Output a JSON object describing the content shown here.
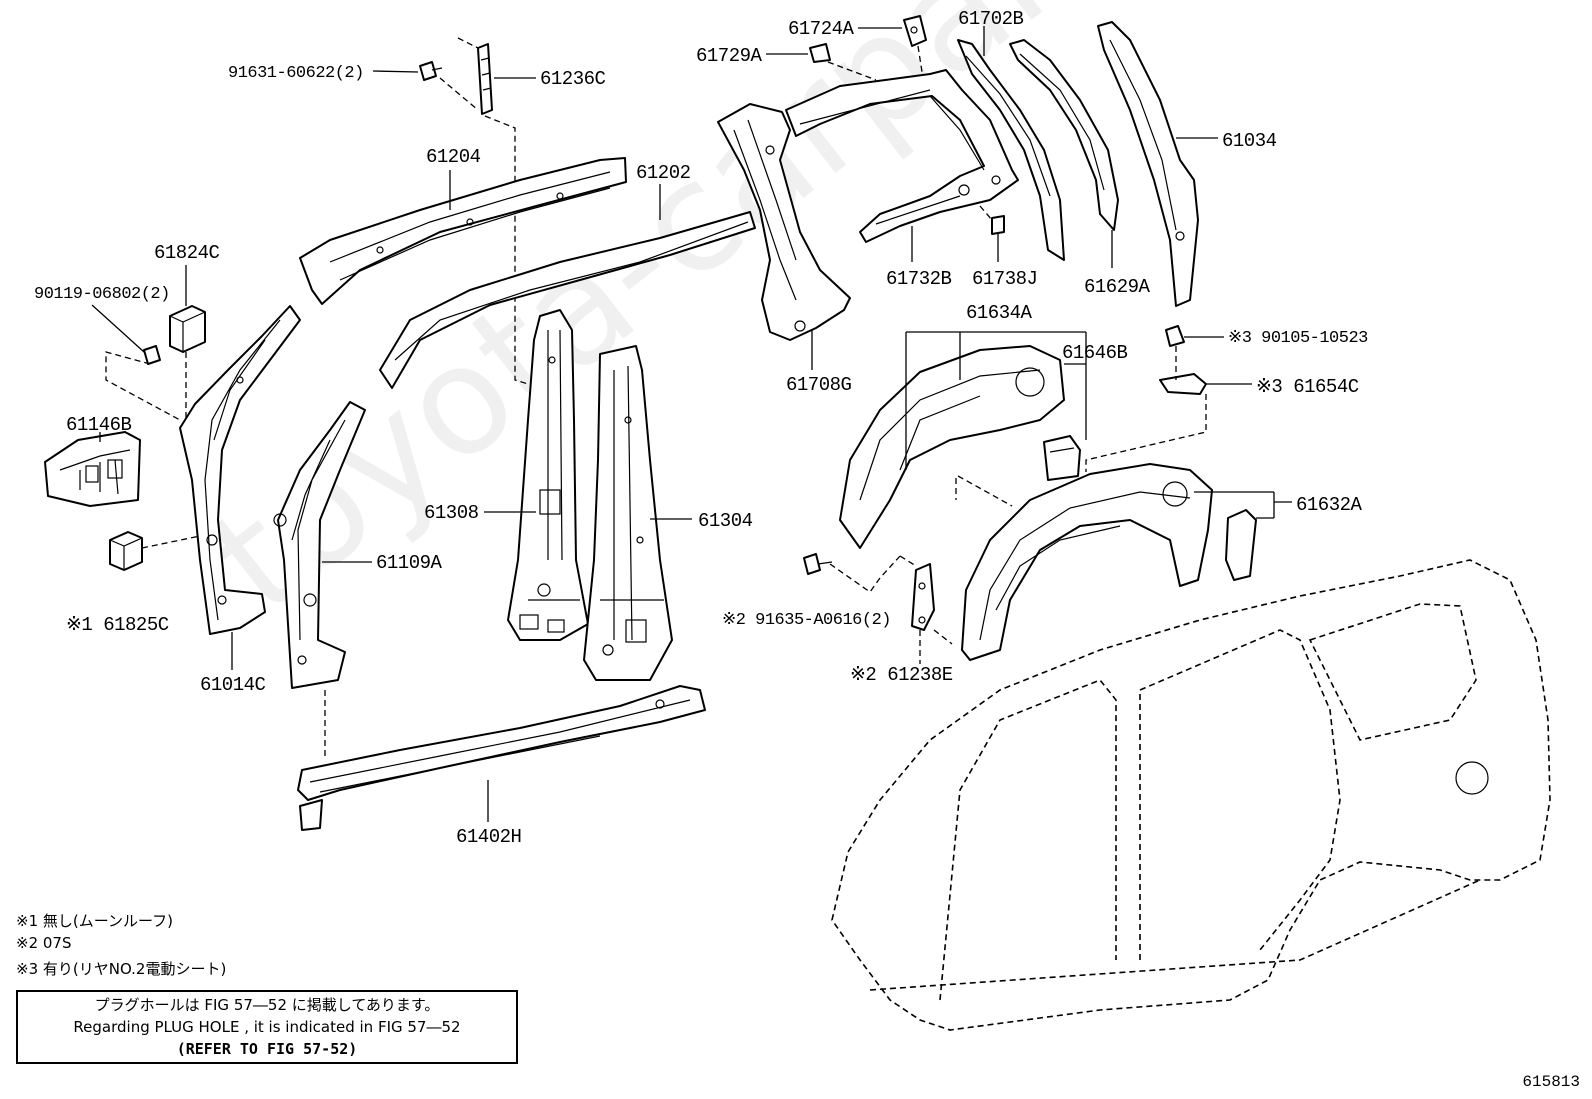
{
  "parts": [
    {
      "id": "p61236C",
      "label": "61236C"
    },
    {
      "id": "p91631",
      "label": "91631-60622(2)"
    },
    {
      "id": "p61204",
      "label": "61204"
    },
    {
      "id": "p61202",
      "label": "61202"
    },
    {
      "id": "p61824C",
      "label": "61824C"
    },
    {
      "id": "p90119",
      "label": "90119-06802(2)"
    },
    {
      "id": "p61146B",
      "label": "61146B"
    },
    {
      "id": "p61825C",
      "label": "※1 61825C"
    },
    {
      "id": "p61014C",
      "label": "61014C"
    },
    {
      "id": "p61109A",
      "label": "61109A"
    },
    {
      "id": "p61308",
      "label": "61308"
    },
    {
      "id": "p61304",
      "label": "61304"
    },
    {
      "id": "p61402H",
      "label": "61402H"
    },
    {
      "id": "p61724A",
      "label": "61724A"
    },
    {
      "id": "p61729A",
      "label": "61729A"
    },
    {
      "id": "p61702B",
      "label": "61702B"
    },
    {
      "id": "p61034",
      "label": "61034"
    },
    {
      "id": "p61732B",
      "label": "61732B"
    },
    {
      "id": "p61738J",
      "label": "61738J"
    },
    {
      "id": "p61629A",
      "label": "61629A"
    },
    {
      "id": "p61708G",
      "label": "61708G"
    },
    {
      "id": "p61634A",
      "label": "61634A"
    },
    {
      "id": "p61646B",
      "label": "61646B"
    },
    {
      "id": "p90105",
      "label": "※3 90105-10523"
    },
    {
      "id": "p61654C",
      "label": "※3 61654C"
    },
    {
      "id": "p61632A",
      "label": "61632A"
    },
    {
      "id": "p91635",
      "label": "※2 91635-A0616(2)"
    },
    {
      "id": "p61238E",
      "label": "※2 61238E"
    }
  ],
  "notes": [
    "※1 無し(ムーンルーフ)",
    "※2 07S",
    "※3 有り(リヤNO.2電動シート)"
  ],
  "reference_box": {
    "line1": "プラグホールは FIG 57―52 に掲載してあります。",
    "line2": "Regarding PLUG HOLE , it is indicated in FIG 57―52",
    "line3": "(REFER TO FIG 57-52)"
  },
  "figure_number": "615813",
  "watermark": "toyota-carparts.ru"
}
